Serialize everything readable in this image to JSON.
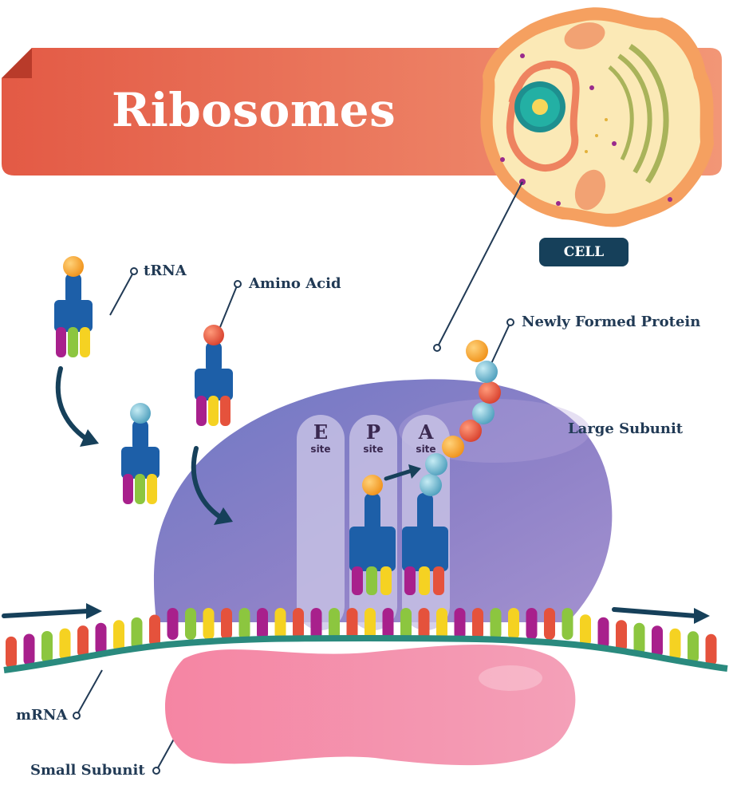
{
  "title": "Ribosomes",
  "cell_badge": "CELL",
  "labels": {
    "trna": "tRNA",
    "amino_acid": "Amino Acid",
    "newly_formed_protein": "Newly Formed Protein",
    "large_subunit": "Large Subunit",
    "mrna": "mRNA",
    "small_subunit": "Small Subunit"
  },
  "sites": [
    {
      "letter": "E",
      "word": "site"
    },
    {
      "letter": "P",
      "word": "site"
    },
    {
      "letter": "A",
      "word": "site"
    }
  ],
  "colors": {
    "banner": "#e8674f",
    "ribosome_large": "#8a7fc4",
    "ribosome_small": "#f48aa8",
    "trna": "#1d5fa8",
    "label_text": "#213a55",
    "badge": "#16405a",
    "codon_red": "#e5523c",
    "codon_purple": "#a8208c",
    "codon_green": "#8cc63f",
    "codon_yellow": "#f5d222",
    "amino_orange": "#f5a623",
    "amino_blue": "#7fc6d8"
  }
}
